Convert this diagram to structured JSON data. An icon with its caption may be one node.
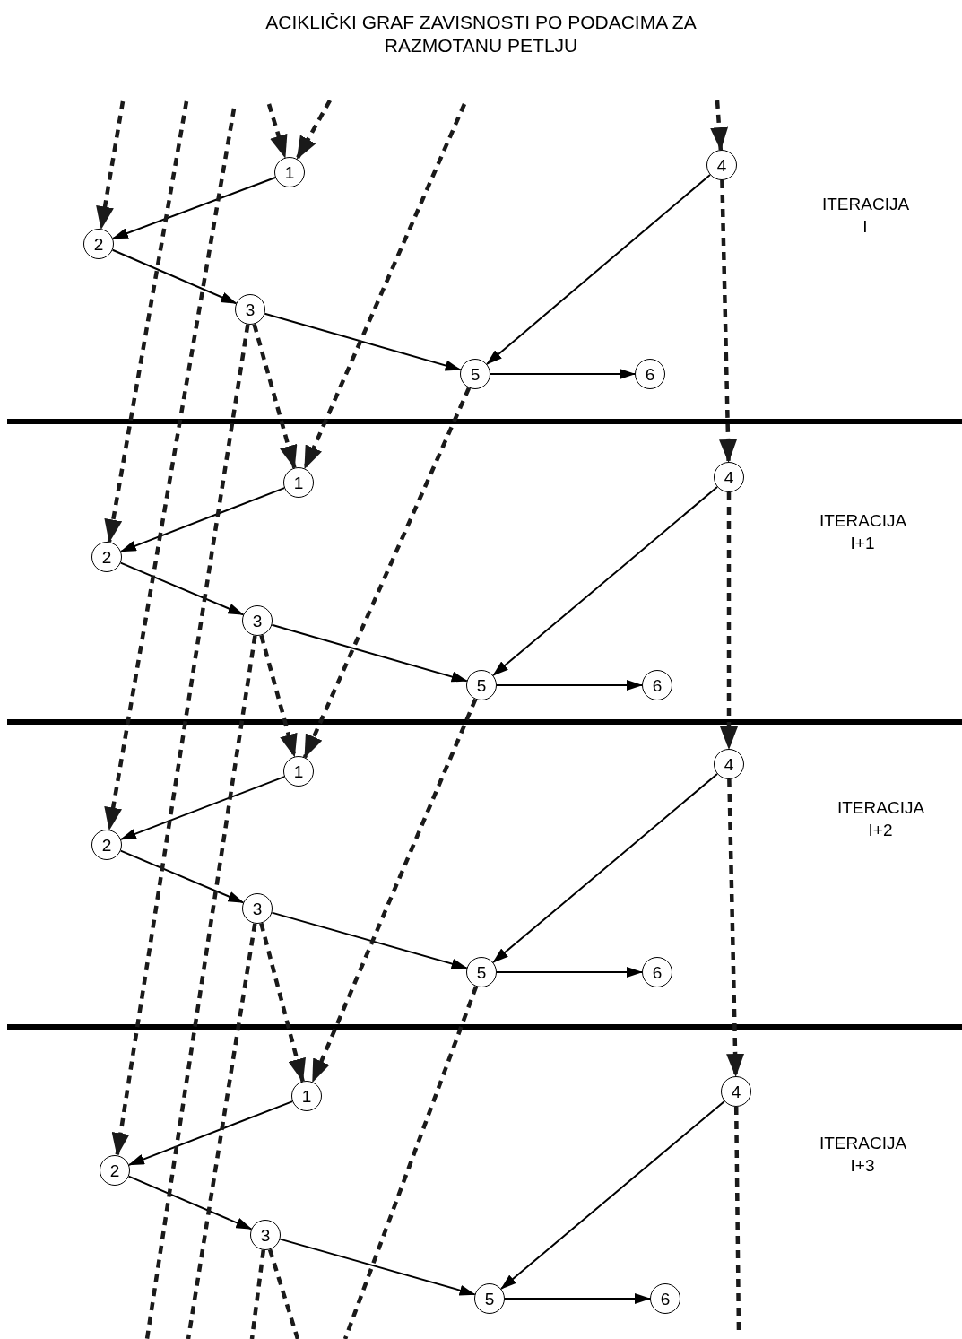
{
  "diagram": {
    "title": "ACIKLIČKI GRAF ZAVISNOSTI PO PODACIMA ZA RAZMOTANU PETLJU",
    "nodes": [
      {
        "text": [
          "1"
        ]
      },
      {
        "text": [
          "2"
        ]
      },
      {
        "text": [
          "3"
        ]
      },
      {
        "text": [
          "4"
        ]
      },
      {
        "text": [
          "5"
        ]
      },
      {
        "text": [
          "6"
        ]
      },
      {
        "text": [
          "1"
        ]
      },
      {
        "text": [
          "2"
        ]
      },
      {
        "text": [
          "3"
        ]
      },
      {
        "text": [
          "4"
        ]
      },
      {
        "text": [
          "5"
        ]
      },
      {
        "text": [
          "6"
        ]
      },
      {
        "text": [
          "1"
        ]
      },
      {
        "text": [
          "2"
        ]
      },
      {
        "text": [
          "3"
        ]
      },
      {
        "text": [
          "4"
        ]
      },
      {
        "text": [
          "5"
        ]
      },
      {
        "text": [
          "6"
        ]
      },
      {
        "text": [
          "1"
        ]
      },
      {
        "text": [
          "2"
        ]
      },
      {
        "text": [
          "3"
        ]
      },
      {
        "text": [
          "4"
        ]
      },
      {
        "text": [
          "5"
        ]
      },
      {
        "text": [
          "6"
        ]
      }
    ],
    "edges": [
      {
        "from": 0,
        "to": 1,
        "arrow": "to"
      },
      {
        "from": 1,
        "to": 2,
        "arrow": "to"
      },
      {
        "from": 2,
        "to": 4,
        "arrow": "to"
      },
      {
        "from": 3,
        "to": 4,
        "arrow": "to"
      },
      {
        "from": 4,
        "to": 5,
        "arrow": "to"
      },
      {
        "from": 6,
        "to": 7,
        "arrow": "to"
      },
      {
        "from": 7,
        "to": 8,
        "arrow": "to"
      },
      {
        "from": 8,
        "to": 10,
        "arrow": "to"
      },
      {
        "from": 9,
        "to": 10,
        "arrow": "to"
      },
      {
        "from": 10,
        "to": 11,
        "arrow": "to"
      },
      {
        "from": 12,
        "to": 13,
        "arrow": "to"
      },
      {
        "from": 13,
        "to": 14,
        "arrow": "to"
      },
      {
        "from": 14,
        "to": 16,
        "arrow": "to"
      },
      {
        "from": 15,
        "to": 16,
        "arrow": "to"
      },
      {
        "from": 16,
        "to": 17,
        "arrow": "to"
      },
      {
        "from": 18,
        "to": 19,
        "arrow": "to"
      },
      {
        "from": 19,
        "to": 20,
        "arrow": "to"
      },
      {
        "from": 20,
        "to": 22,
        "arrow": "to"
      },
      {
        "from": 21,
        "to": 22,
        "arrow": "to"
      },
      {
        "from": 22,
        "to": 23,
        "arrow": "to"
      },
      {
        "from": null,
        "to": 0,
        "arrow": "to",
        "style": "dashed"
      },
      {
        "from": null,
        "to": 0,
        "arrow": "to",
        "style": "dashed"
      },
      {
        "from": null,
        "to": 6,
        "arrow": "to",
        "style": "dashed"
      },
      {
        "from": null,
        "to": 1,
        "arrow": "to",
        "style": "dashed"
      },
      {
        "from": null,
        "to": 7,
        "arrow": "to",
        "style": "dashed"
      },
      {
        "from": null,
        "to": 13,
        "arrow": "to",
        "style": "dashed"
      },
      {
        "from": null,
        "to": 3,
        "arrow": "to",
        "style": "dashed"
      },
      {
        "from": 2,
        "to": 6,
        "arrow": "to",
        "style": "dashed"
      },
      {
        "from": 8,
        "to": 12,
        "arrow": "to",
        "style": "dashed"
      },
      {
        "from": 14,
        "to": 18,
        "arrow": "to",
        "style": "dashed"
      },
      {
        "from": 20,
        "to": null,
        "arrow": "none",
        "style": "dashed"
      },
      {
        "from": 2,
        "to": 19,
        "arrow": "to",
        "style": "dashed"
      },
      {
        "from": 8,
        "to": null,
        "arrow": "none",
        "style": "dashed"
      },
      {
        "from": 14,
        "to": null,
        "arrow": "none",
        "style": "dashed"
      },
      {
        "from": 20,
        "to": null,
        "arrow": "none",
        "style": "dashed"
      },
      {
        "from": 4,
        "to": 12,
        "arrow": "to",
        "style": "dashed"
      },
      {
        "from": 10,
        "to": 18,
        "arrow": "to",
        "style": "dashed"
      },
      {
        "from": 16,
        "to": null,
        "arrow": "none",
        "style": "dashed"
      },
      {
        "from": 3,
        "to": 9,
        "arrow": "to",
        "style": "dashed"
      },
      {
        "from": 9,
        "to": 15,
        "arrow": "to",
        "style": "dashed"
      },
      {
        "from": 15,
        "to": 21,
        "arrow": "to",
        "style": "dashed"
      },
      {
        "from": 21,
        "to": null,
        "arrow": "none",
        "style": "dashed"
      }
    ],
    "labels": [
      "ITERACIJA I",
      "ITERACIJA I+1",
      "ITERACIJA I+2",
      "ITERACIJA I+3"
    ]
  }
}
